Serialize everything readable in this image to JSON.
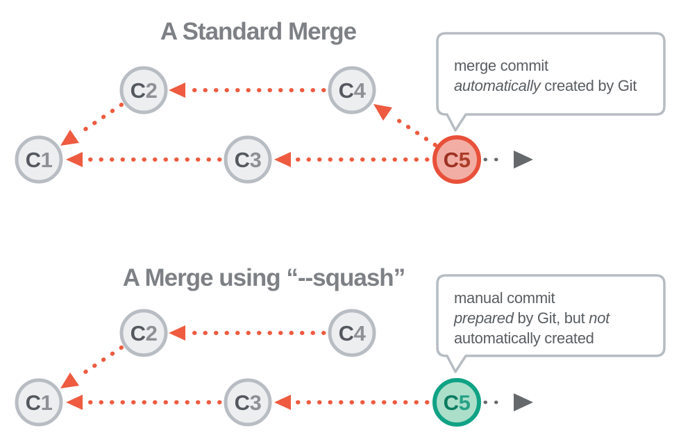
{
  "colors": {
    "background": "#ffffff",
    "title_gray": "#7d8084",
    "node_fill_gray": "#edeef0",
    "node_border_gray": "#b8bdc3",
    "node_text_dark": "#54595f",
    "node_text_light": "#8d9196",
    "arrow_red": "#ee5b40",
    "merge_node_fill": "#f2aea4",
    "merge_node_border": "#e8503a",
    "merge_node_text": "#9c3123",
    "squash_node_fill": "#abdfca",
    "squash_node_border": "#10a285",
    "squash_node_text": "#0b7b5f",
    "bubble_border": "#b6bcc2",
    "bubble_text": "#595d61",
    "future_arrow_gray": "#65696c"
  },
  "top": {
    "title": "A Standard Merge",
    "nodes": [
      {
        "prefix": "C",
        "digit": "1"
      },
      {
        "prefix": "C",
        "digit": "2"
      },
      {
        "prefix": "C",
        "digit": "3"
      },
      {
        "prefix": "C",
        "digit": "4"
      },
      {
        "prefix": "C",
        "digit": "5"
      }
    ],
    "bubble": {
      "line1": "merge commit",
      "line2_italic": "automatically",
      "line2_rest": " created by Git"
    }
  },
  "bottom": {
    "title": "A Merge using “--squash”",
    "nodes": [
      {
        "prefix": "C",
        "digit": "1"
      },
      {
        "prefix": "C",
        "digit": "2"
      },
      {
        "prefix": "C",
        "digit": "3"
      },
      {
        "prefix": "C",
        "digit": "4"
      },
      {
        "prefix": "C",
        "digit": "5"
      }
    ],
    "bubble": {
      "line1": "manual commit",
      "line2_italic": "prepared",
      "line2_mid": " by Git, but ",
      "line2_italic2": "not",
      "line3": "automatically created"
    }
  }
}
